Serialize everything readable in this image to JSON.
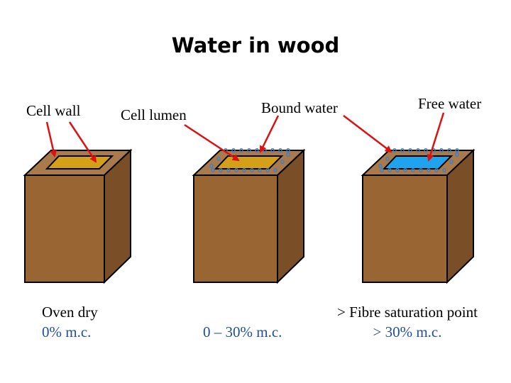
{
  "title": "Water in wood",
  "labels": {
    "cell_wall": "Cell wall",
    "cell_lumen": "Cell lumen",
    "bound_water": "Bound water",
    "free_water": "Free water"
  },
  "captions": {
    "block1_line1": "Oven dry",
    "block1_line2": "0% m.c.",
    "block2_line1": "0 – 30% m.c.",
    "block3_line1": "> Fibre saturation point",
    "block3_line2": "> 30% m.c."
  },
  "colors": {
    "wood_front": "#996633",
    "wood_side": "#7a4f27",
    "wood_top": "#a87a4c",
    "lumen_dry": "#d4a017",
    "lumen_water": "#1fa3ef",
    "droplet": "#3a7fd0",
    "arrow": "#e01010",
    "caption_blue": "#1f4e9c"
  }
}
